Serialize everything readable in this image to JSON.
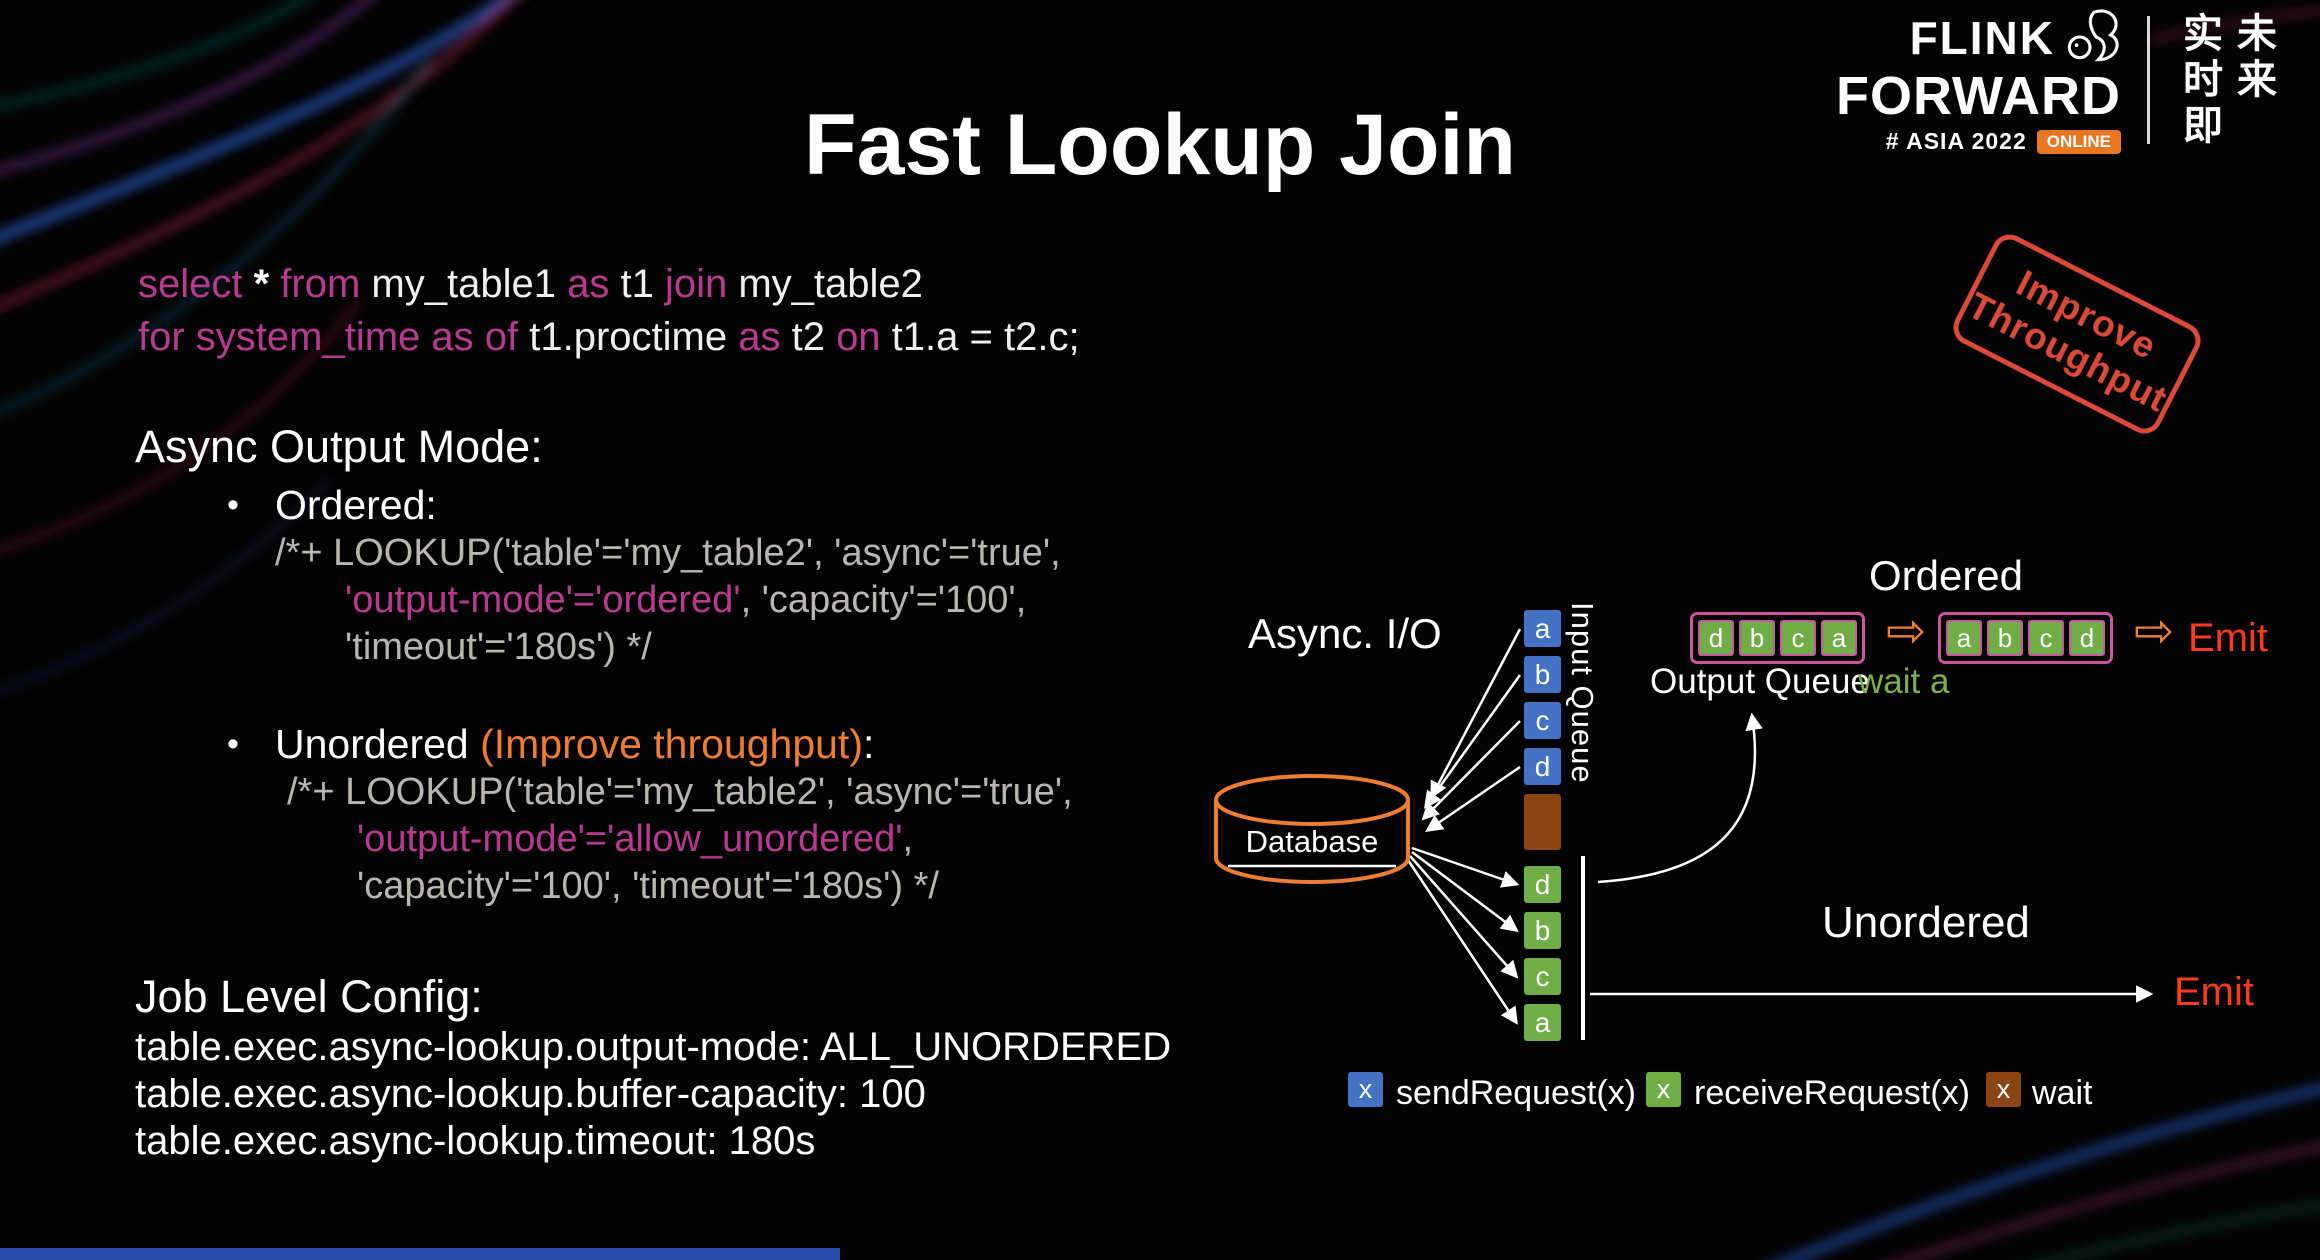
{
  "title": "Fast Lookup Join",
  "logo": {
    "flink": "FLINK",
    "forward": "FORWARD",
    "asia": "# ASIA 2022",
    "online": "ONLINE",
    "cn_col1": "实时即",
    "cn_col2": "未来"
  },
  "stamp": {
    "line1": "Improve",
    "line2": "Throughput"
  },
  "sql": {
    "l1": [
      "select ",
      "* ",
      "from ",
      "my_table1 ",
      "as ",
      "t1 ",
      "join ",
      "my_table2"
    ],
    "l2": [
      "for system_time ",
      "as of ",
      "t1.proctime ",
      "as ",
      "t2 ",
      "on ",
      "t1.a = t2.c;"
    ]
  },
  "async_mode": {
    "heading": "Async Output Mode:",
    "bullet": "•",
    "ordered": {
      "label": "Ordered:",
      "code1": "/*+ LOOKUP('table'='my_table2', 'async'='true',",
      "code2_hl": "'output-mode'='ordered'",
      "code2_rest": ", 'capacity'='100',",
      "code3": "'timeout'='180s') */"
    },
    "unordered": {
      "label": "Unordered ",
      "label_hl": "(Improve throughput)",
      "label_tail": ":",
      "code1": "/*+ LOOKUP('table'='my_table2', 'async'='true',",
      "code2_hl": "'output-mode'='allow_unordered'",
      "code2_rest": ",",
      "code3": "'capacity'='100', 'timeout'='180s') */"
    }
  },
  "job_config": {
    "heading": "Job Level Config:",
    "lines": [
      "table.exec.async-lookup.output-mode: ALL_UNORDERED",
      "table.exec.async-lookup.buffer-capacity: 100",
      "table.exec.async-lookup.timeout: 180s"
    ]
  },
  "diagram": {
    "async_io": "Async. I/O",
    "database": "Database",
    "input_queue": "Input Queue",
    "send_boxes": [
      "a",
      "b",
      "c",
      "d"
    ],
    "receive_boxes": [
      "d",
      "b",
      "c",
      "a"
    ],
    "ordered": {
      "title": "Ordered",
      "queue_before": [
        "d",
        "b",
        "c",
        "a"
      ],
      "queue_after": [
        "a",
        "b",
        "c",
        "d"
      ],
      "arrow": "⇨",
      "emit": "Emit",
      "output_queue": "Output Queue",
      "wait": "wait a"
    },
    "unordered": {
      "title": "Unordered",
      "emit": "Emit"
    },
    "legend": [
      {
        "symbol": "x",
        "label": "sendRequest(x)"
      },
      {
        "symbol": "x",
        "label": "receiveRequest(x)"
      },
      {
        "symbol": "x",
        "label": "wait"
      }
    ]
  },
  "colors": {
    "keyword_magenta": "#b83a90",
    "code_gray": "#b9b5b1",
    "accent_orange": "#ed7d31",
    "emit_red": "#fb3a1d",
    "stamp_red": "#dc4937",
    "send_blue": "#4472c4",
    "receive_green": "#70ad47",
    "wait_brown": "#8a4511"
  }
}
